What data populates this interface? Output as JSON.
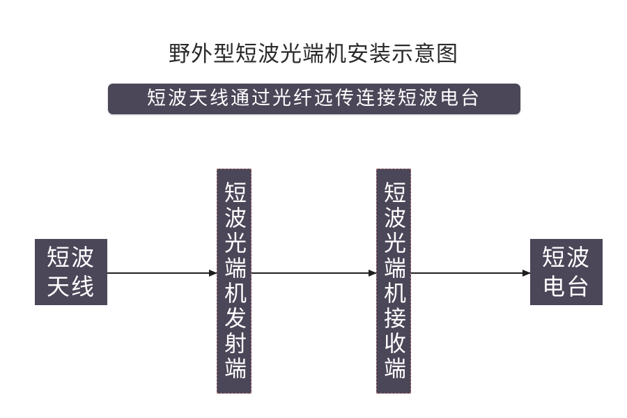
{
  "title": "野外型短波光端机安装示意图",
  "subtitle": "短波天线通过光纤远传连接短波电台",
  "colors": {
    "box_fill": "#4b4658",
    "arrow": "#1e1e1e",
    "title_text": "#2a2a2a"
  },
  "nodes": {
    "antenna": "短波天线",
    "transmitter": "短波光端机发射端",
    "receiver": "短波光端机接收端",
    "radio": "短波电台"
  }
}
